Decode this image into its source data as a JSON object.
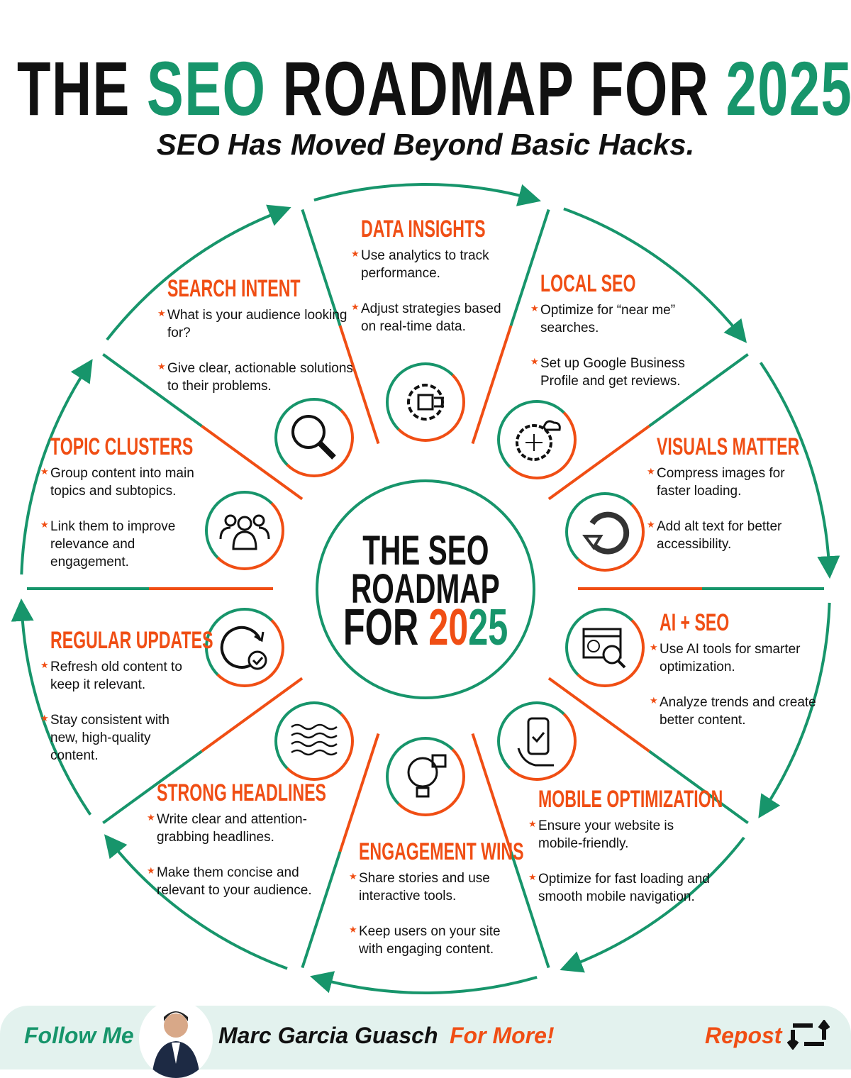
{
  "header": {
    "title_part1": "THE ",
    "title_seo": "SEO",
    "title_part2": " ROADMAP FOR ",
    "title_year": "2025",
    "title_excl": "!",
    "subtitle": "SEO Has Moved Beyond Basic Hacks."
  },
  "center": {
    "line1": "THE SEO",
    "line2": "ROADMAP",
    "line3_for": "FOR ",
    "line3_20": "20",
    "line3_25": "25"
  },
  "colors": {
    "green": "#17956b",
    "orange": "#f04e14"
  },
  "sections": [
    {
      "title": "DATA INSIGHTS",
      "icon": "gear-data-icon",
      "bullets": [
        "Use analytics to track performance.",
        "Adjust strategies based on real-time data."
      ]
    },
    {
      "title": "LOCAL SEO",
      "icon": "seo-cloud-icon",
      "bullets": [
        "Optimize for “near me” searches.",
        "Set up Google Business Profile and get reviews."
      ]
    },
    {
      "title": "VISUALS MATTER",
      "icon": "refresh-arrow-icon",
      "bullets": [
        "Compress images for faster loading.",
        "Add alt text for better accessibility."
      ]
    },
    {
      "title": "AI + SEO",
      "icon": "browser-seo-search-icon",
      "bullets": [
        "Use AI tools for smarter optimization.",
        "Analyze trends and create better content."
      ]
    },
    {
      "title": "MOBILE OPTIMIZATION",
      "icon": "mobile-hand-icon",
      "bullets": [
        "Ensure your website is mobile-friendly.",
        "Optimize for fast loading and smooth mobile navigation."
      ]
    },
    {
      "title": "ENGAGEMENT WINS",
      "icon": "bulb-puzzle-icon",
      "bullets": [
        "Share stories and use interactive tools.",
        "Keep users on your site with engaging content."
      ]
    },
    {
      "title": "STRONG HEADLINES",
      "icon": "waves-icon",
      "bullets": [
        "Write clear and attention-grabbing headlines.",
        "Make them concise and relevant to your audience."
      ]
    },
    {
      "title": "REGULAR UPDATES",
      "icon": "clock-check-icon",
      "bullets": [
        "Refresh old content to keep it relevant.",
        "Stay consistent with new, high-quality content."
      ]
    },
    {
      "title": "TOPIC CLUSTERS",
      "icon": "people-group-icon",
      "bullets": [
        "Group content into main topics and subtopics.",
        "Link them to improve relevance and engagement."
      ]
    },
    {
      "title": "SEARCH INTENT",
      "icon": "magnifier-icon",
      "bullets": [
        "What is your audience looking for?",
        "Give clear, actionable solutions to their problems."
      ]
    }
  ],
  "footer": {
    "follow": "Follow Me",
    "name": "Marc Garcia Guasch",
    "more": "For More!",
    "repost": "Repost"
  }
}
